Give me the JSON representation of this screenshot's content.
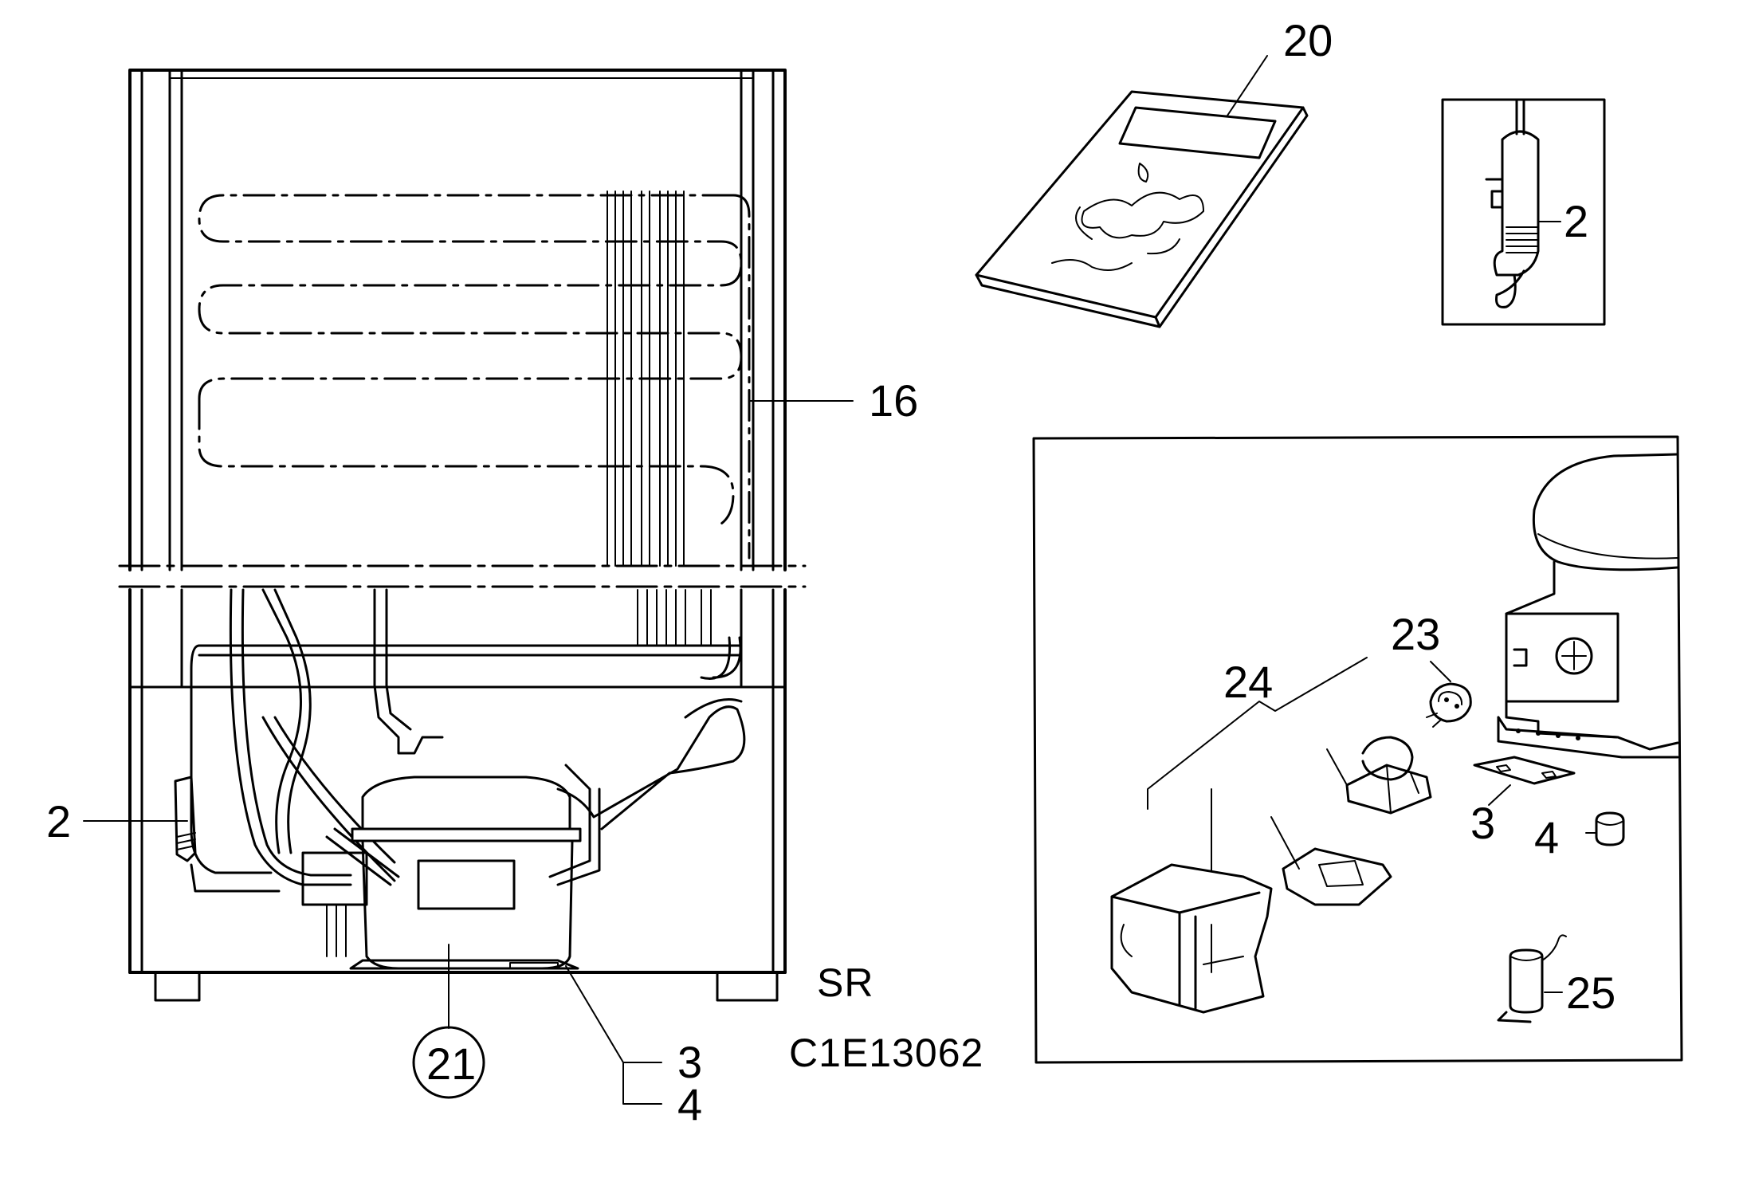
{
  "labels": {
    "part_2_left": "2",
    "part_16": "16",
    "part_21": "21",
    "part_3_left": "3",
    "part_4_left": "4",
    "part_20": "20",
    "part_2_inset": "2",
    "part_24": "24",
    "part_23": "23",
    "part_3_right": "3",
    "part_4_right": "4",
    "part_25": "25"
  },
  "model_code": "SR",
  "drawing_number": "C1E13062",
  "colors": {
    "ink": "#000000",
    "paper": "#ffffff"
  }
}
